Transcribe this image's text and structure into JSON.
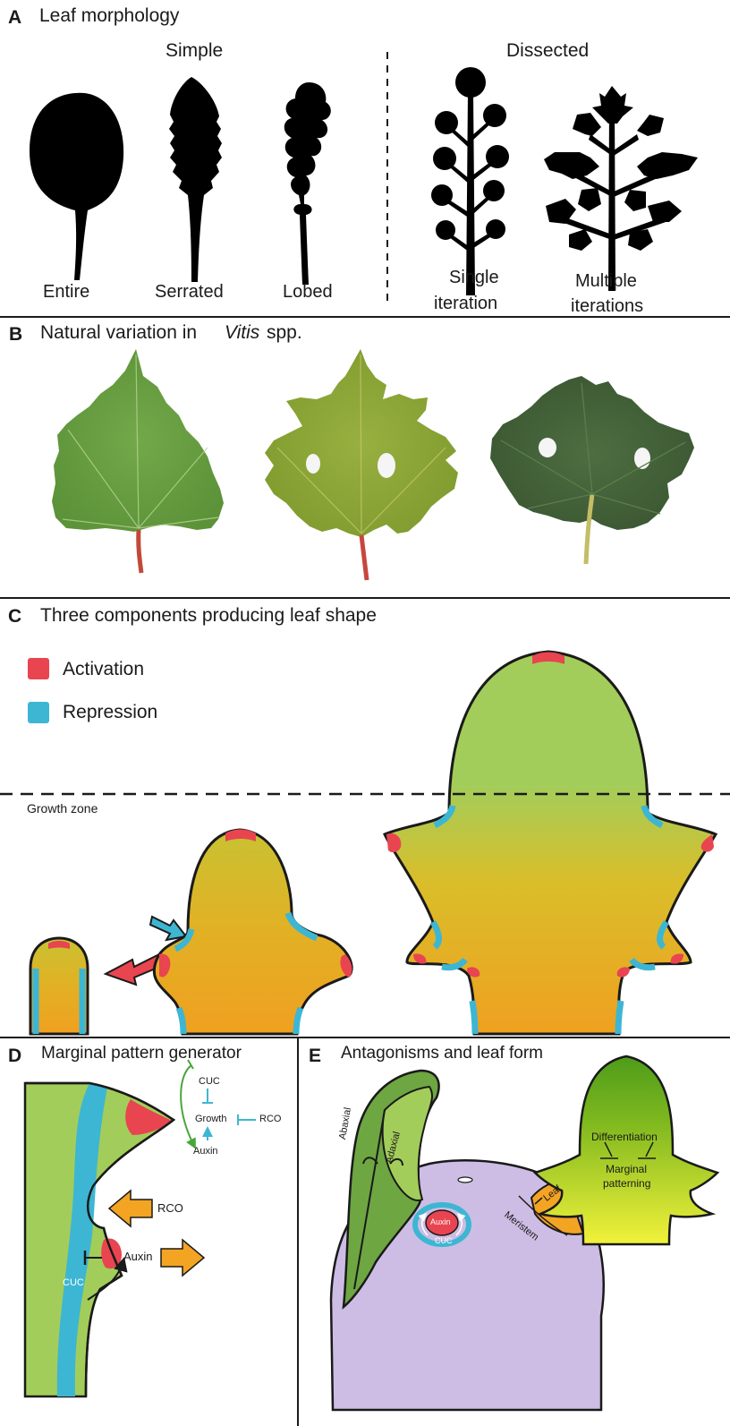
{
  "panelA": {
    "letter": "A",
    "title": "Leaf morphology",
    "simple": "Simple",
    "dissected": "Dissected",
    "items": [
      "Entire",
      "Serrated",
      "Lobed"
    ],
    "single_line1": "Single",
    "single_line2": "iteration",
    "multiple_line1": "Multiple",
    "multiple_line2": "iterations"
  },
  "panelB": {
    "letter": "B",
    "title_pre": "Natural variation in",
    "title_italic": "Vitis",
    "title_post": "spp."
  },
  "panelC": {
    "letter": "C",
    "title": "Three components producing leaf shape",
    "legend_activation": "Activation",
    "legend_repression": "Repression",
    "growth_zone": "Growth zone"
  },
  "panelD": {
    "letter": "D",
    "title": "Marginal pattern generator",
    "cuc": "CUC",
    "growth": "Growth",
    "rco": "RCO",
    "auxin": "Auxin",
    "rco_arrow": "RCO",
    "auxin_arrow": "Auxin",
    "cuc_margin": "CUC"
  },
  "panelE": {
    "letter": "E",
    "title": "Antagonisms and leaf form",
    "abaxial": "Abaxial",
    "adaxial": "Adaxial",
    "auxin": "Auxin",
    "cuc": "CUC",
    "leaf": "Leaf",
    "meristem": "Meristem",
    "differentiation": "Differentiation",
    "marginal_line1": "Marginal",
    "marginal_line2": "patterning"
  },
  "colors": {
    "activation": "#e84550",
    "repression": "#3db6d3",
    "leaf_green_light": "#a3cd5a",
    "leaf_green_mid": "#6ea642",
    "leaf_green_dark": "#3f5e36",
    "orange": "#f0a020",
    "meristem_purple": "#cdbde4",
    "arrow_orange": "#f3a423"
  }
}
